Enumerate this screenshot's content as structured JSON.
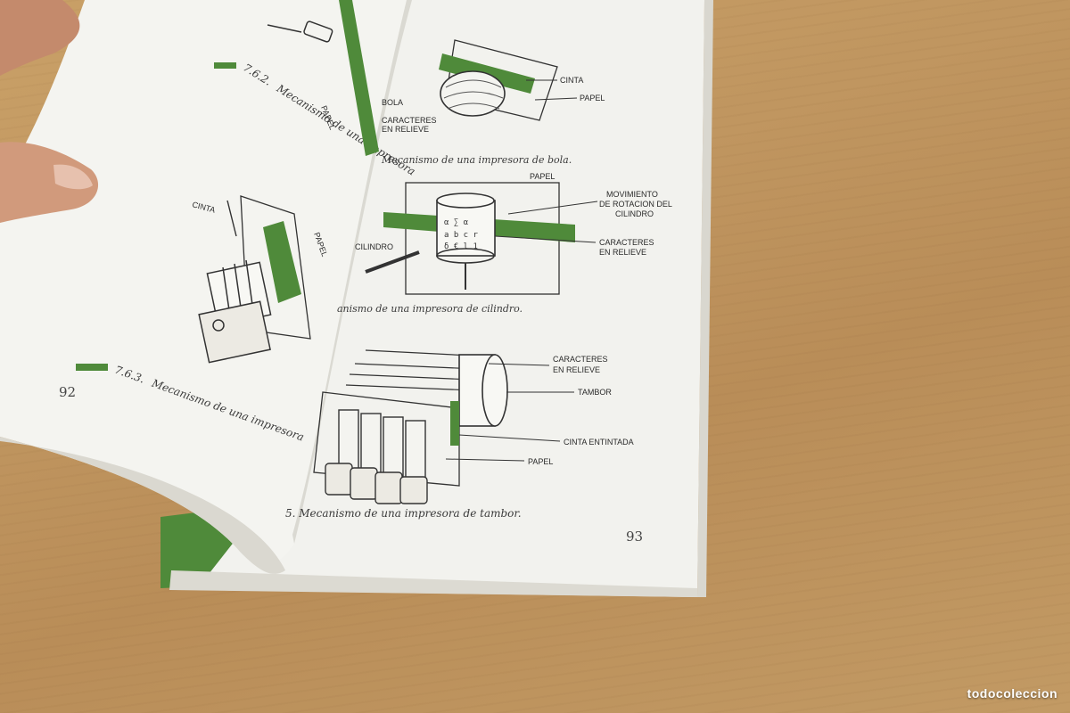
{
  "left_page": {
    "figure_762": {
      "number": "7.6.2.",
      "caption": "Mecanismo de una impresora",
      "label_papel": "PAPEL"
    },
    "figure_763": {
      "number": "7.6.3.",
      "caption": "Mecanismo de una impresora",
      "label_cinta": "CINTA",
      "label_papel": "PAPEL"
    },
    "page_number": "92"
  },
  "right_page": {
    "ball_printer": {
      "caption": "Mecanismo de una impresora de bola.",
      "labels": {
        "cinta": "CINTA",
        "papel": "PAPEL",
        "bola": "BOLA",
        "caracteres_line1": "CARACTERES",
        "caracteres_line2": "EN RELIEVE"
      }
    },
    "cylinder_printer": {
      "caption": "anismo de una impresora de cilindro.",
      "labels": {
        "papel": "PAPEL",
        "mov_line1": "MOVIMIENTO",
        "mov_line2": "DE ROTACION DEL",
        "mov_line3": "CILINDRO",
        "caracteres_line1": "CARACTERES",
        "caracteres_line2": "EN RELIEVE",
        "cilindro": "CILINDRO"
      }
    },
    "drum_printer": {
      "caption": "5.  Mecanismo de una impresora de tambor.",
      "labels": {
        "caracteres_line1": "CARACTERES",
        "caracteres_line2": "EN RELIEVE",
        "tambor": "TAMBOR",
        "cinta": "CINTA ENTINTADA",
        "papel": "PAPEL"
      }
    },
    "page_number": "93"
  },
  "watermark": "todocoleccion",
  "colors": {
    "accent_green": "#4f8a3a",
    "paper": "#f3f3ef",
    "wood": "#c09660"
  }
}
